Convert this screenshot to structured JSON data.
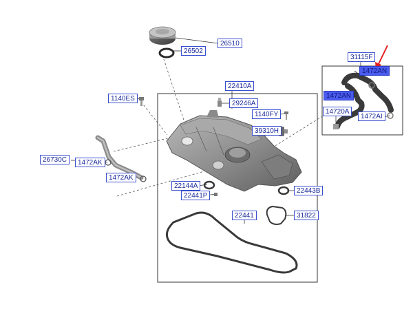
{
  "labels": {
    "p26510": "26510",
    "p26502": "26502",
    "p1140ES": "1140ES",
    "p22410A": "22410A",
    "p29246A": "29246A",
    "p1140FY": "1140FY",
    "p39310H": "39310H",
    "p26730C": "26730C",
    "p1472AK_a": "1472AK",
    "p1472AK_b": "1472AK",
    "p22144A": "22144A",
    "p22441P": "22441P",
    "p22443B": "22443B",
    "p22441": "22441",
    "p31822": "31822",
    "p31115F": "31115F",
    "p1472AN_a": "1472AN",
    "p1472AN_b": "1472AN",
    "p14720A": "14720A",
    "p1472AI": "1472AI"
  },
  "colors": {
    "label_border": "#3a4fd0",
    "label_text": "#1a2a9c",
    "highlight_fill": "#4a5bef",
    "arrow": "#e02020",
    "part_gray": "#8a8a8a"
  }
}
